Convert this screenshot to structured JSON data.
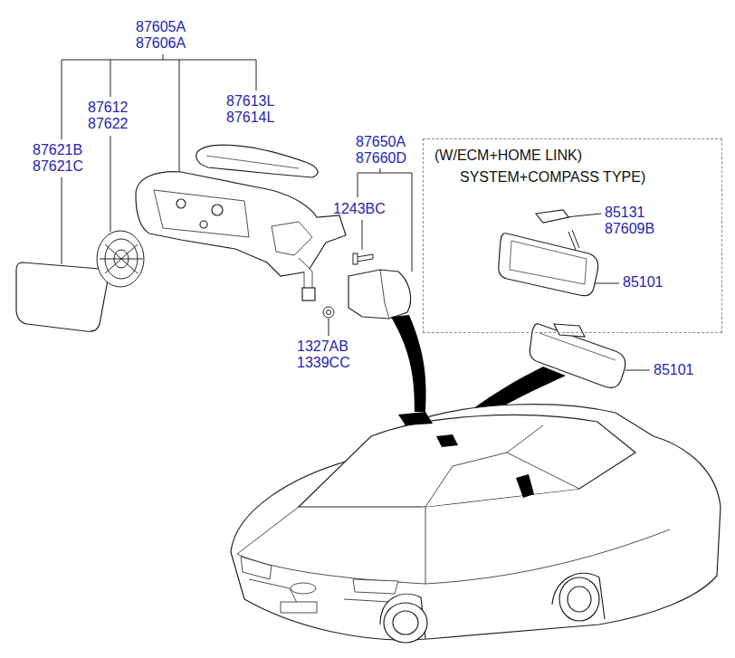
{
  "diagram": {
    "nodes": [
      {
        "text": [
          "(W/ECM+HOME LINK) SYSTEM+COMPASS TYPE)"
        ]
      }
    ],
    "labels": [
      "87605A",
      "87606A",
      "87612",
      "87622",
      "87613L",
      "87614L",
      "87621B",
      "87621C",
      "1243BC",
      "87650A",
      "87660D",
      "85131",
      "87609B",
      "85101",
      "85101",
      "1327AB",
      "1339CC"
    ]
  }
}
